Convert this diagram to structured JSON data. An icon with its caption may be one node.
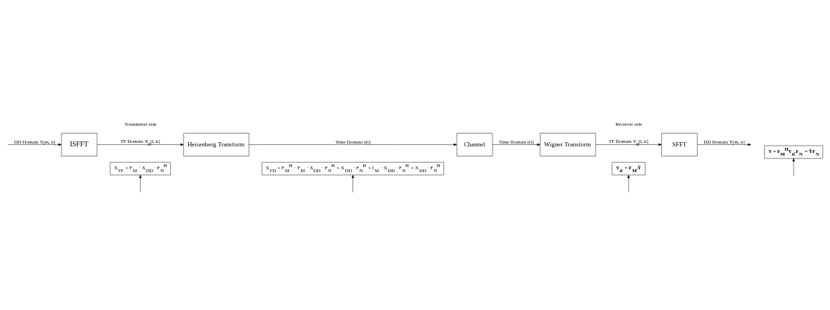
{
  "diagram": {
    "nodes": [
      {
        "text": [
          "ISFFT"
        ]
      },
      {
        "text": [
          "Heisenberg Transform"
        ]
      },
      {
        "text": [
          "Channel"
        ]
      },
      {
        "text": [
          "Wigner Transform"
        ]
      },
      {
        "text": [
          "SFFT"
        ]
      },
      {
        "text": [
          "X$_{TF}$ = F$_{M}$ · X$_{DD}$ · F$_{N}$$^{H}$"
        ]
      },
      {
        "text": [
          "X$_{TD}$ = F$_{M}$$^{H}$ · F$_{M}$ · X$_{DD}$ · F$_{N}$$^{H}$ = X$_{DD}$ · F$_{N}$$^{H}$ = I$_{M}$ · X$_{DD}$ · F$_{N}$$^{H}$ = X$_{DD}$ · F$_{N}$$^{H}$"
        ]
      },
      {
        "text": [
          "Y$_{tf}$ = F$_{M}$.Ỹ"
        ]
      },
      {
        "text": [
          "Y = F$_{M}$$^{H}$Y$_{tf}$.F$_{N}$ = ỸF$_{N}$"
        ]
      }
    ],
    "edges": [
      {
        "from": null,
        "to": 0,
        "arrow": "to",
        "label": "DD Domain X[m, n]"
      },
      {
        "from": 0,
        "to": 1,
        "arrow": "to",
        "label": "TF Domain X$_{tf}$[l, k]"
      },
      {
        "from": 1,
        "to": 2,
        "arrow": "to",
        "label": "Time Domain s(t)"
      },
      {
        "from": 2,
        "to": 3,
        "arrow": "to",
        "label": "Time Domain r(t)"
      },
      {
        "from": 3,
        "to": 4,
        "arrow": "to",
        "label": "TF Domain Y$_{tf}$[l, k]"
      },
      {
        "from": 4,
        "to": null,
        "arrow": "to",
        "label": "DD Domain Y[m, n]"
      },
      {
        "from": null,
        "to": 5,
        "arrow": "to"
      },
      {
        "from": null,
        "to": 6,
        "arrow": "to"
      },
      {
        "from": null,
        "to": 7,
        "arrow": "to"
      },
      {
        "from": null,
        "to": 8,
        "arrow": "to"
      }
    ],
    "labels": [
      "Transmitter side",
      "Receiver side"
    ]
  }
}
